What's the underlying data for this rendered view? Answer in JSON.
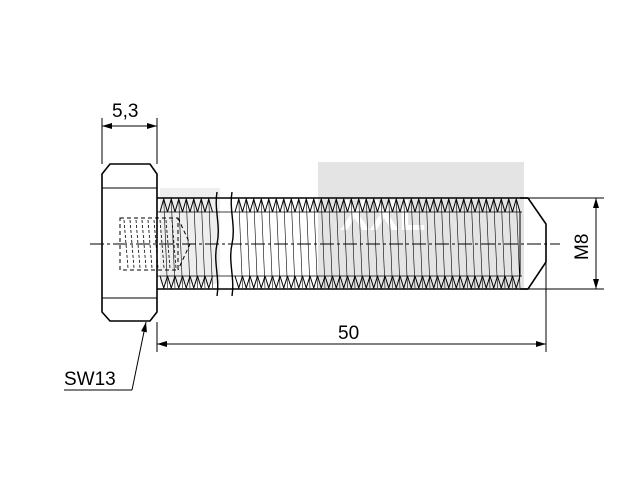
{
  "drawing": {
    "dim_head_height": "5,3",
    "dim_length": "50",
    "dim_thread": "M8",
    "label_wrench_size": "SW13"
  },
  "watermark": {
    "text": "XXL"
  },
  "colors": {
    "line": "#000000",
    "background": "#ffffff",
    "watermark_fill": "#e4e4e4"
  }
}
